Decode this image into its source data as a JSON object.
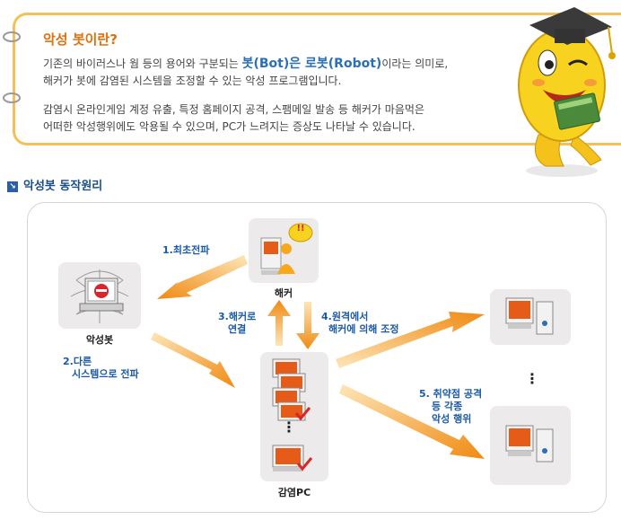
{
  "intro": {
    "title": "악성 봇이란?",
    "line1_pre": "기존의 바이러스나 웜 등의 용어와 구분되는 ",
    "line1_hl": "봇(Bot)은 로봇(Robot)",
    "line1_post": "이라는 의미로,",
    "line2": "해커가 봇에 감염된 시스템을 조정할 수 있는 악성 프로그램입니다.",
    "line3": "감염시 온라인게임 계정 유출, 특정 홈페이지 공격, 스팸메일 발송 등 해커가 마음먹은",
    "line4": "어떠한 악성행위에도 악용될 수 있으며, PC가 느려지는 증상도 나타날 수 있습니다."
  },
  "section": {
    "title": "악성봇 동작원리"
  },
  "diagram": {
    "nodes": {
      "malbot": "악성봇",
      "hacker": "해커",
      "infected": "감염PC",
      "hacker_badge": "!!"
    },
    "steps": {
      "s1": "1.최초전파",
      "s2a": "2.다른",
      "s2b": "시스템으로 전파",
      "s3a": "3.해커로",
      "s3b": "연결",
      "s4a": "4.원격에서",
      "s4b": "해커에 의해 조정",
      "s5a": "5. 취약점 공격",
      "s5b": "등 각종",
      "s5c": "악성 행위"
    },
    "dots": "⋮"
  },
  "colors": {
    "accent": "#f3c15a",
    "step_text": "#1b5aa7",
    "arrow": "#f39a1e"
  }
}
